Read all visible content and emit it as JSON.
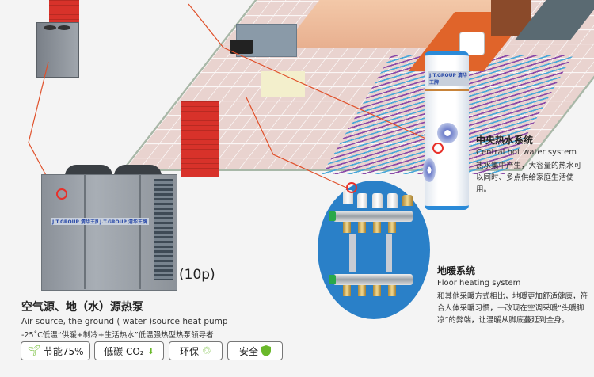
{
  "product": {
    "model_label": "(10p)",
    "title_cn": "空气源、地（水）源热泵",
    "title_en": "Air source, the ground ( water )source heat pump",
    "tagline": "-25˚C低温“供暖+制冷+生活热水”低温强热型热泵领导者",
    "brand_logo": "J.T.GROUP 清华王牌"
  },
  "badges": [
    {
      "label": "节能75%",
      "icon": "sprout-icon"
    },
    {
      "label": "低碳 CO₂",
      "icon": "down-arrow-icon"
    },
    {
      "label": "环保",
      "icon": "recycle-tree-icon"
    },
    {
      "label": "安全",
      "icon": "shield-icon"
    }
  ],
  "hot_water": {
    "title_cn": "中央热水系统",
    "title_en": "Central hot water system",
    "description": "热水集中产生，大容量的热水可以同时、多点供给家庭生活使用。"
  },
  "floor_heating": {
    "title_cn": "地暖系统",
    "title_en": "Floor heating system",
    "description": "和其他采暖方式相比，地暖更加舒适健康，符合人体采暖习惯，一改现在空调采暖“头暖脚凉”的弊端，让温暖从脚底蔓延到全身。"
  },
  "colors": {
    "accent_red": "#e8302a",
    "manifold_blue": "#2a80c8",
    "tank_blue": "#2a8ad8",
    "shield_green": "#6ab82a"
  }
}
